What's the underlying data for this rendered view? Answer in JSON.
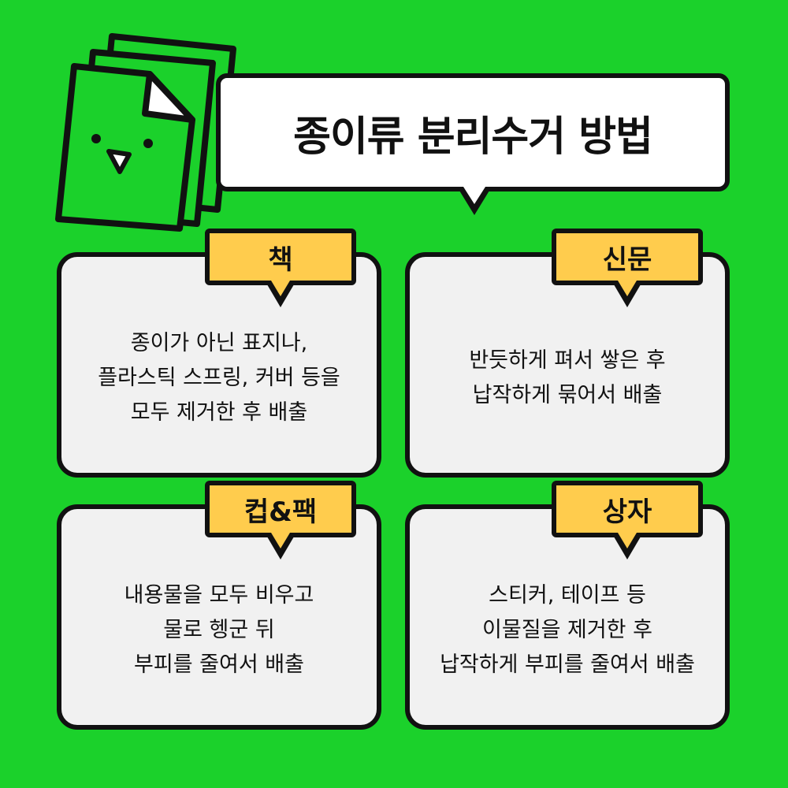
{
  "title": "종이류 분리수거 방법",
  "colors": {
    "background": "#1bd12b",
    "card": "#f1f1f1",
    "label": "#ffcc4d",
    "outline": "#111111"
  },
  "cards": [
    {
      "label": "책",
      "lines": [
        "종이가 아닌 표지나,",
        "플라스틱 스프링, 커버 등을",
        "모두 제거한 후 배출"
      ]
    },
    {
      "label": "신문",
      "lines": [
        "반듯하게 펴서 쌓은 후",
        "납작하게 묶어서 배출"
      ]
    },
    {
      "label": "컵&팩",
      "lines": [
        "내용물을 모두 비우고",
        "물로 헹군 뒤",
        "부피를 줄여서 배출"
      ]
    },
    {
      "label": "상자",
      "lines": [
        "스티커, 테이프 등",
        "이물질을 제거한 후",
        "납작하게 부피를 줄여서 배출"
      ]
    }
  ],
  "icons": [
    "paper-stack-icon"
  ]
}
